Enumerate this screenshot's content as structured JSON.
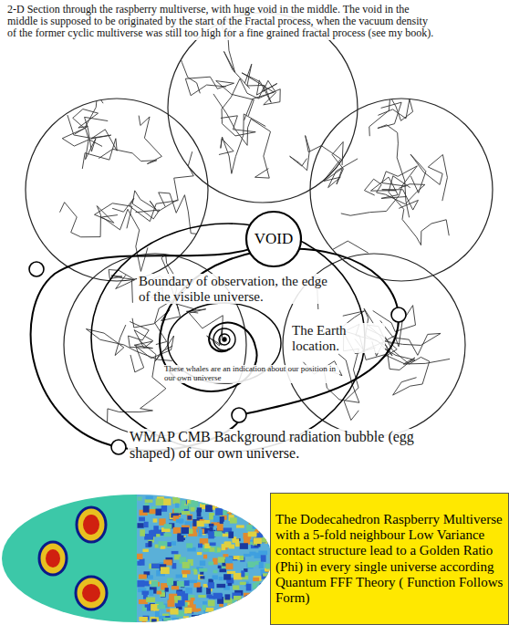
{
  "diagram": {
    "title": "2-D Section through the raspberry multiverse, with huge void in the middle. The void in the middle is supposed to be originated by the start of the Fractal process, when the vacuum density of the former cyclic multiverse was still too high for a fine grained fractal process (see my book).",
    "nodes": [
      {
        "text": [
          "VOID"
        ]
      },
      {
        "text": [
          "The Dodecahedron Raspberry Multiverse with a 5-fold neighbour Low Variance contact structure lead to a Golden Ratio (Phi) in every single universe according Quantum FFF Theory ( Function Follows Form)"
        ]
      }
    ],
    "labels": [
      "Boundary of observation, the edge of the visible universe.",
      "The Earth location.",
      "These whales are an indication about our position in our own universe",
      "WMAP CMB Background radiation bubble (egg shaped) of our own universe."
    ]
  }
}
